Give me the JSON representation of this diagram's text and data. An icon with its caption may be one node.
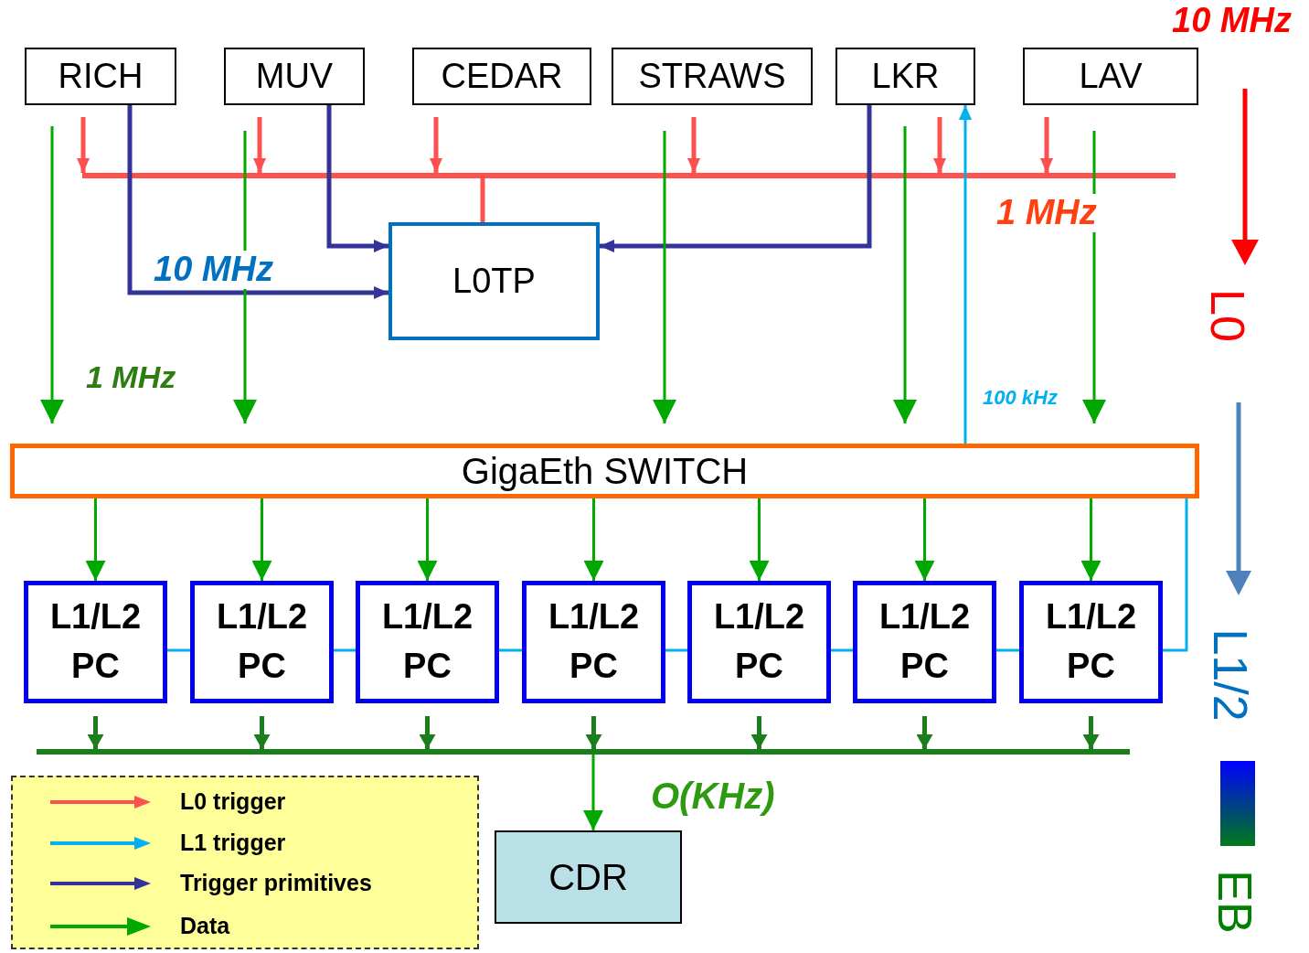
{
  "diagram": {
    "nodes": [
      {
        "text": [
          "RICH"
        ]
      },
      {
        "text": [
          "MUV"
        ]
      },
      {
        "text": [
          "CEDAR"
        ]
      },
      {
        "text": [
          "STRAWS"
        ]
      },
      {
        "text": [
          "LKR"
        ]
      },
      {
        "text": [
          "LAV"
        ]
      },
      {
        "text": [
          "L0TP"
        ]
      },
      {
        "text": [
          "GigaEth SWITCH"
        ]
      },
      {
        "text": [
          "L1/L2 PC"
        ]
      },
      {
        "text": [
          "L1/L2 PC"
        ]
      },
      {
        "text": [
          "L1/L2 PC"
        ]
      },
      {
        "text": [
          "L1/L2 PC"
        ]
      },
      {
        "text": [
          "L1/L2 PC"
        ]
      },
      {
        "text": [
          "L1/L2 PC"
        ]
      },
      {
        "text": [
          "L1/L2 PC"
        ]
      },
      {
        "text": [
          "CDR"
        ]
      },
      {
        "text": [],
        "shape": "bar"
      },
      {
        "text": [],
        "shape": "bar"
      },
      {
        "text": [],
        "shape": "bar"
      }
    ],
    "edges": [
      {
        "from": 0,
        "to": 16,
        "arrow": "to",
        "color": "#ff5050"
      },
      {
        "from": 1,
        "to": 16,
        "arrow": "to",
        "color": "#ff5050"
      },
      {
        "from": 2,
        "to": 16,
        "arrow": "to",
        "color": "#ff5050"
      },
      {
        "from": 3,
        "to": 16,
        "arrow": "to",
        "color": "#ff5050"
      },
      {
        "from": 4,
        "to": 16,
        "arrow": "to",
        "color": "#ff5050"
      },
      {
        "from": 5,
        "to": 16,
        "arrow": "to",
        "color": "#ff5050"
      },
      {
        "from": 16,
        "to": 6,
        "arrow": "none",
        "color": "#ff5050"
      },
      {
        "from": 0,
        "to": 6,
        "arrow": "to",
        "color": "#333399",
        "label": "10 MHz"
      },
      {
        "from": 1,
        "to": 6,
        "arrow": "to",
        "color": "#333399"
      },
      {
        "from": 4,
        "to": 6,
        "arrow": "to",
        "color": "#333399"
      },
      {
        "from": null,
        "to": 7,
        "arrow": "to",
        "color": "#00a800"
      },
      {
        "from": null,
        "to": 7,
        "arrow": "to",
        "color": "#00a800"
      },
      {
        "from": null,
        "to": 7,
        "arrow": "to",
        "color": "#00a800"
      },
      {
        "from": null,
        "to": 7,
        "arrow": "to",
        "color": "#00a800"
      },
      {
        "from": null,
        "to": 7,
        "arrow": "to",
        "color": "#00a800"
      },
      {
        "from": 7,
        "to": 4,
        "arrow": "to",
        "color": "#00b0f0",
        "label": "100 kHz"
      },
      {
        "from": 7,
        "to": 8,
        "arrow": "to",
        "color": "#00a800"
      },
      {
        "from": 7,
        "to": 9,
        "arrow": "to",
        "color": "#00a800"
      },
      {
        "from": 7,
        "to": 10,
        "arrow": "to",
        "color": "#00a800"
      },
      {
        "from": 7,
        "to": 11,
        "arrow": "to",
        "color": "#00a800"
      },
      {
        "from": 7,
        "to": 12,
        "arrow": "to",
        "color": "#00a800"
      },
      {
        "from": 7,
        "to": 13,
        "arrow": "to",
        "color": "#00a800"
      },
      {
        "from": 7,
        "to": 14,
        "arrow": "to",
        "color": "#00a800"
      },
      {
        "from": 7,
        "to": 14,
        "arrow": "none",
        "color": "#00b0f0"
      },
      {
        "from": 8,
        "to": 9,
        "arrow": "none",
        "color": "#00b0f0"
      },
      {
        "from": 9,
        "to": 10,
        "arrow": "none",
        "color": "#00b0f0"
      },
      {
        "from": 10,
        "to": 11,
        "arrow": "none",
        "color": "#00b0f0"
      },
      {
        "from": 11,
        "to": 12,
        "arrow": "none",
        "color": "#00b0f0"
      },
      {
        "from": 12,
        "to": 13,
        "arrow": "none",
        "color": "#00b0f0"
      },
      {
        "from": 13,
        "to": 14,
        "arrow": "none",
        "color": "#00b0f0"
      },
      {
        "from": 8,
        "to": 17,
        "arrow": "to",
        "color": "#1a7f1a"
      },
      {
        "from": 9,
        "to": 17,
        "arrow": "to",
        "color": "#1a7f1a"
      },
      {
        "from": 10,
        "to": 17,
        "arrow": "to",
        "color": "#1a7f1a"
      },
      {
        "from": 11,
        "to": 17,
        "arrow": "to",
        "color": "#1a7f1a"
      },
      {
        "from": 12,
        "to": 17,
        "arrow": "to",
        "color": "#1a7f1a"
      },
      {
        "from": 13,
        "to": 17,
        "arrow": "to",
        "color": "#1a7f1a"
      },
      {
        "from": 14,
        "to": 17,
        "arrow": "to",
        "color": "#1a7f1a"
      },
      {
        "from": 17,
        "to": 15,
        "arrow": "to",
        "color": "#00a800"
      }
    ],
    "labels": [
      "10 MHz",
      "1 MHz",
      "L0",
      "1 MHz",
      "L1/2",
      "O(KHz)",
      "EB"
    ],
    "legend": [
      {
        "text": "L0 trigger"
      },
      {
        "text": "L1 trigger"
      },
      {
        "text": "Trigger primitives"
      },
      {
        "text": "Data"
      }
    ]
  }
}
